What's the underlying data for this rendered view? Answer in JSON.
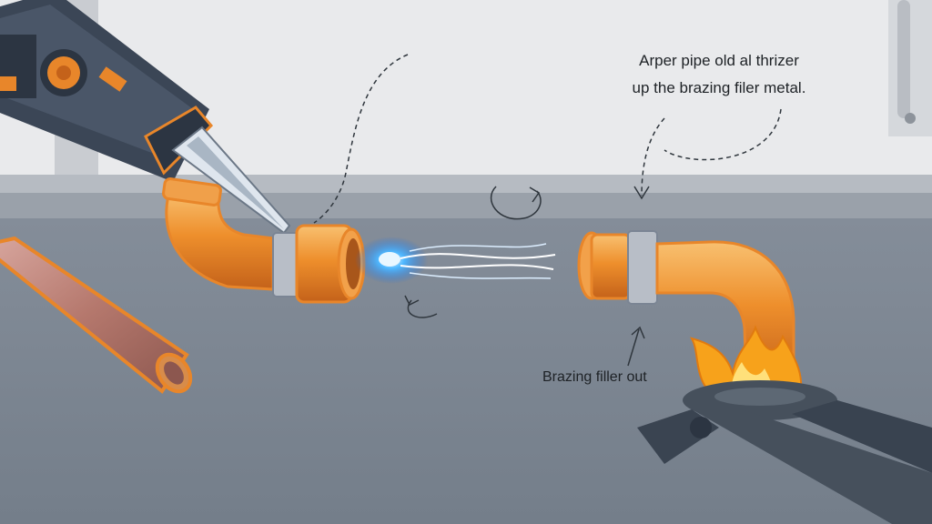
{
  "illustration": {
    "annotation_top": {
      "line1": "Arper pipe old al thrizer",
      "line2": "up the brazing filer metal."
    },
    "annotation_bottom": "Brazing filler out"
  },
  "colors": {
    "wall": "#e9eaec",
    "floor": "#7f8894",
    "copper": "#e8862a",
    "copper_highlight": "#f6b15a",
    "flame_blue": "#4fb8ff",
    "flame_orange": "#f7a21b",
    "torch_body": "#3b4656",
    "plier_steel": "#46505c"
  },
  "icons": [
    "torch-icon",
    "copper-elbow-icon",
    "copper-pipe-icon",
    "flame-icon",
    "pliers-icon",
    "arrow-icon"
  ]
}
